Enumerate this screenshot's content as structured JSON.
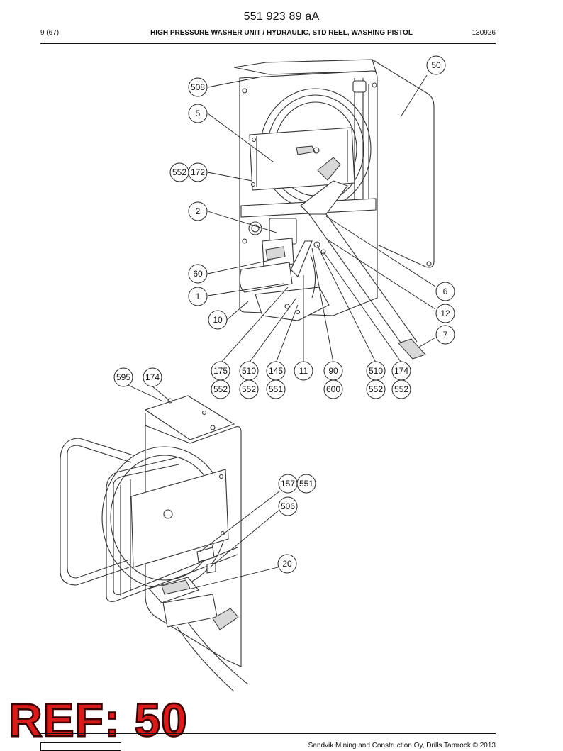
{
  "header": {
    "doc_number": "551 923 89 aA",
    "page": "9 (67)",
    "title": "HIGH PRESSURE WASHER UNIT / HYDRAULIC, STD REEL, WASHING PISTOL",
    "date": "130926"
  },
  "callouts": [
    {
      "id": "c508",
      "label": "508"
    },
    {
      "id": "c5",
      "label": "5"
    },
    {
      "id": "c552a",
      "label": "552"
    },
    {
      "id": "c172",
      "label": "172"
    },
    {
      "id": "c2",
      "label": "2"
    },
    {
      "id": "c60",
      "label": "60"
    },
    {
      "id": "c1",
      "label": "1"
    },
    {
      "id": "c10",
      "label": "10"
    },
    {
      "id": "c50",
      "label": "50"
    },
    {
      "id": "c6",
      "label": "6"
    },
    {
      "id": "c12",
      "label": "12"
    },
    {
      "id": "c7",
      "label": "7"
    },
    {
      "id": "c175",
      "label": "175"
    },
    {
      "id": "c510a",
      "label": "510"
    },
    {
      "id": "c145",
      "label": "145"
    },
    {
      "id": "c11",
      "label": "11"
    },
    {
      "id": "c90",
      "label": "90"
    },
    {
      "id": "c510b",
      "label": "510"
    },
    {
      "id": "c174a",
      "label": "174"
    },
    {
      "id": "c552b",
      "label": "552"
    },
    {
      "id": "c552c",
      "label": "552"
    },
    {
      "id": "c551a",
      "label": "551"
    },
    {
      "id": "c600",
      "label": "600"
    },
    {
      "id": "c552d",
      "label": "552"
    },
    {
      "id": "c552e",
      "label": "552"
    },
    {
      "id": "c595",
      "label": "595"
    },
    {
      "id": "c174b",
      "label": "174"
    },
    {
      "id": "c157",
      "label": "157"
    },
    {
      "id": "c551b",
      "label": "551"
    },
    {
      "id": "c506",
      "label": "506"
    },
    {
      "id": "c20",
      "label": "20"
    }
  ],
  "stamp": {
    "text": "REF: 50",
    "color": "#d81c1c"
  },
  "footer": {
    "text": "Sandvik Mining and Construction Oy, Drills Tamrock © 2013"
  }
}
